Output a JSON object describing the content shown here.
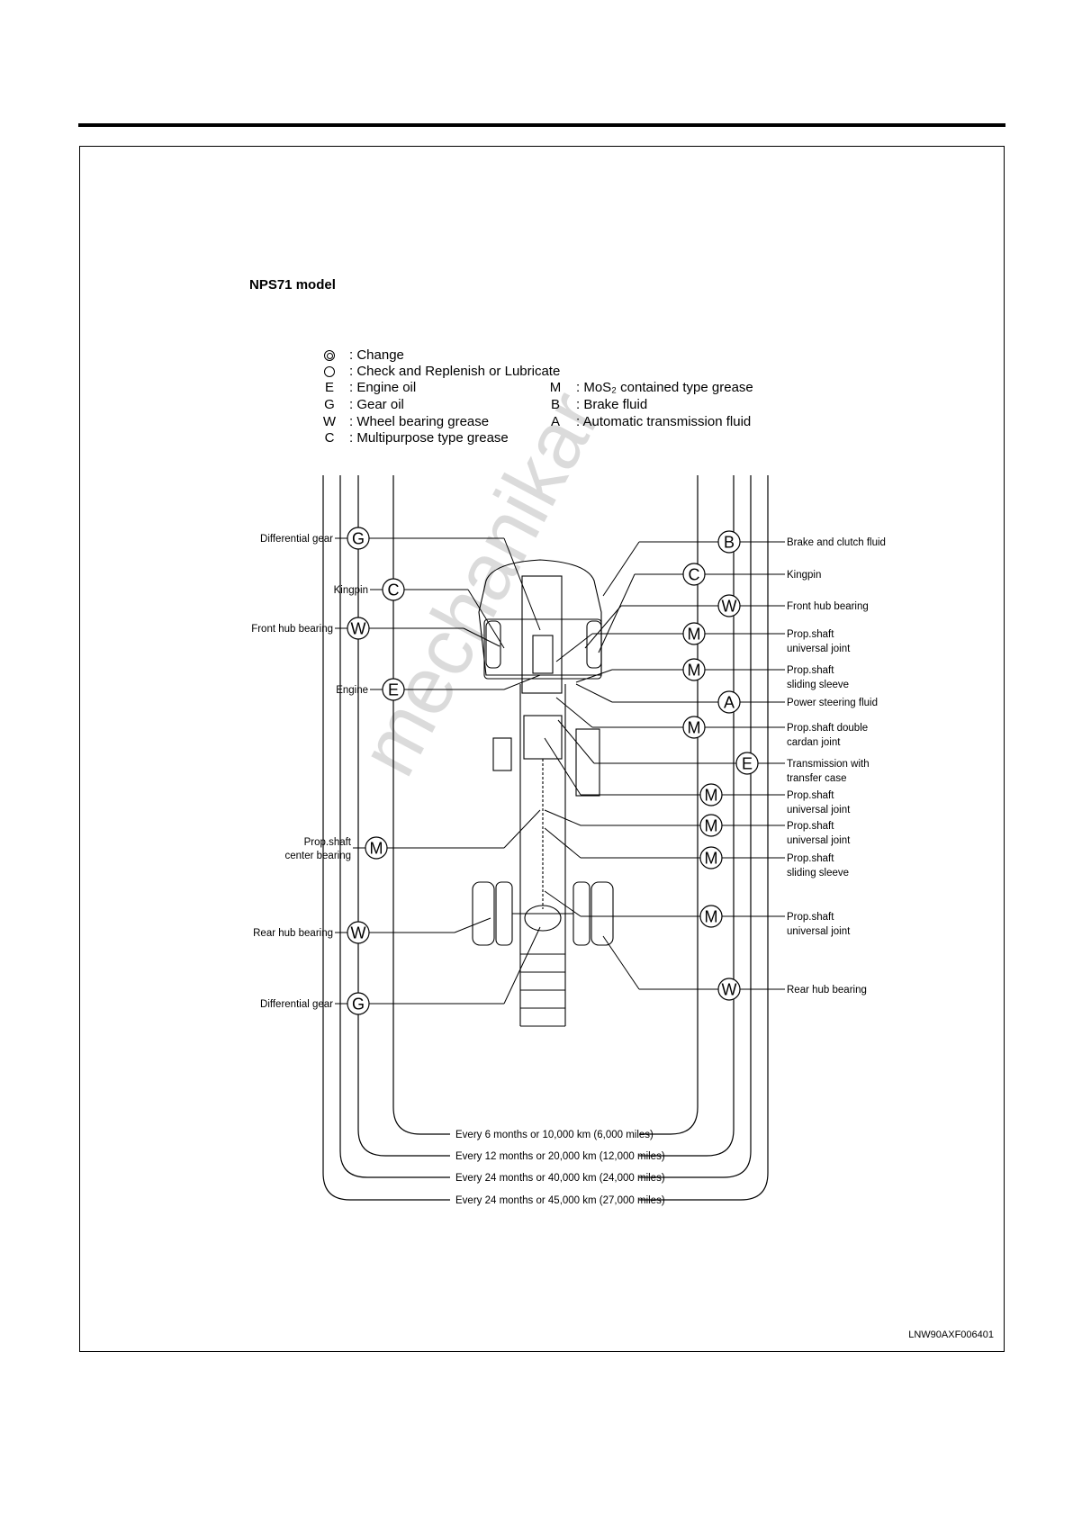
{
  "title": "NPS71 model",
  "legend": {
    "change": {
      "symbol": "double-circle-icon",
      "text": ": Change"
    },
    "check": {
      "symbol": "circle-icon",
      "text": ": Check and Replenish or Lubricate"
    },
    "E": {
      "symbol": "E",
      "text": ": Engine oil"
    },
    "G": {
      "symbol": "G",
      "text": ": Gear oil"
    },
    "W": {
      "symbol": "W",
      "text": ": Wheel bearing grease"
    },
    "C": {
      "symbol": "C",
      "text": ": Multipurpose type grease"
    },
    "M": {
      "symbol": "M",
      "text": ": MoS₂ contained type grease"
    },
    "B": {
      "symbol": "B",
      "text": ": Brake fluid"
    },
    "A": {
      "symbol": "A",
      "text": ": Automatic transmission fluid"
    }
  },
  "left_points": [
    {
      "letter": "G",
      "label": [
        "Differential gear"
      ]
    },
    {
      "letter": "C",
      "label": [
        "Kingpin"
      ]
    },
    {
      "letter": "W",
      "label": [
        "Front hub bearing"
      ]
    },
    {
      "letter": "E",
      "label": [
        "Engine"
      ]
    },
    {
      "letter": "M",
      "label": [
        "Prop.shaft",
        "center bearing"
      ]
    },
    {
      "letter": "W",
      "label": [
        "Rear hub bearing"
      ]
    },
    {
      "letter": "G",
      "label": [
        "Differential gear"
      ]
    }
  ],
  "right_points": [
    {
      "letter": "B",
      "label": [
        "Brake and clutch fluid"
      ]
    },
    {
      "letter": "C",
      "label": [
        "Kingpin"
      ]
    },
    {
      "letter": "W",
      "label": [
        "Front hub bearing"
      ]
    },
    {
      "letter": "M",
      "label": [
        "Prop.shaft",
        "universal joint"
      ]
    },
    {
      "letter": "M",
      "label": [
        "Prop.shaft",
        "sliding sleeve"
      ]
    },
    {
      "letter": "A",
      "label": [
        "Power steering fluid"
      ]
    },
    {
      "letter": "M",
      "label": [
        "Prop.shaft double",
        "cardan joint"
      ]
    },
    {
      "letter": "E",
      "label": [
        "Transmission with",
        "transfer case"
      ]
    },
    {
      "letter": "M",
      "label": [
        "Prop.shaft",
        "universal joint"
      ]
    },
    {
      "letter": "M",
      "label": [
        "Prop.shaft",
        "universal joint"
      ]
    },
    {
      "letter": "M",
      "label": [
        "Prop.shaft",
        "sliding sleeve"
      ]
    },
    {
      "letter": "M",
      "label": [
        "Prop.shaft",
        "universal joint"
      ]
    },
    {
      "letter": "W",
      "label": [
        "Rear hub bearing"
      ]
    }
  ],
  "intervals": [
    "Every 6 months or 10,000 km (6,000 miles)",
    "Every 12 months or 20,000 km (12,000 miles)",
    "Every 24 months or 40,000 km (24,000 miles)",
    "Every 24 months or 45,000 km (27,000 miles)"
  ],
  "figure_code": "LNW90AXF006401",
  "watermark": "mechanikar"
}
